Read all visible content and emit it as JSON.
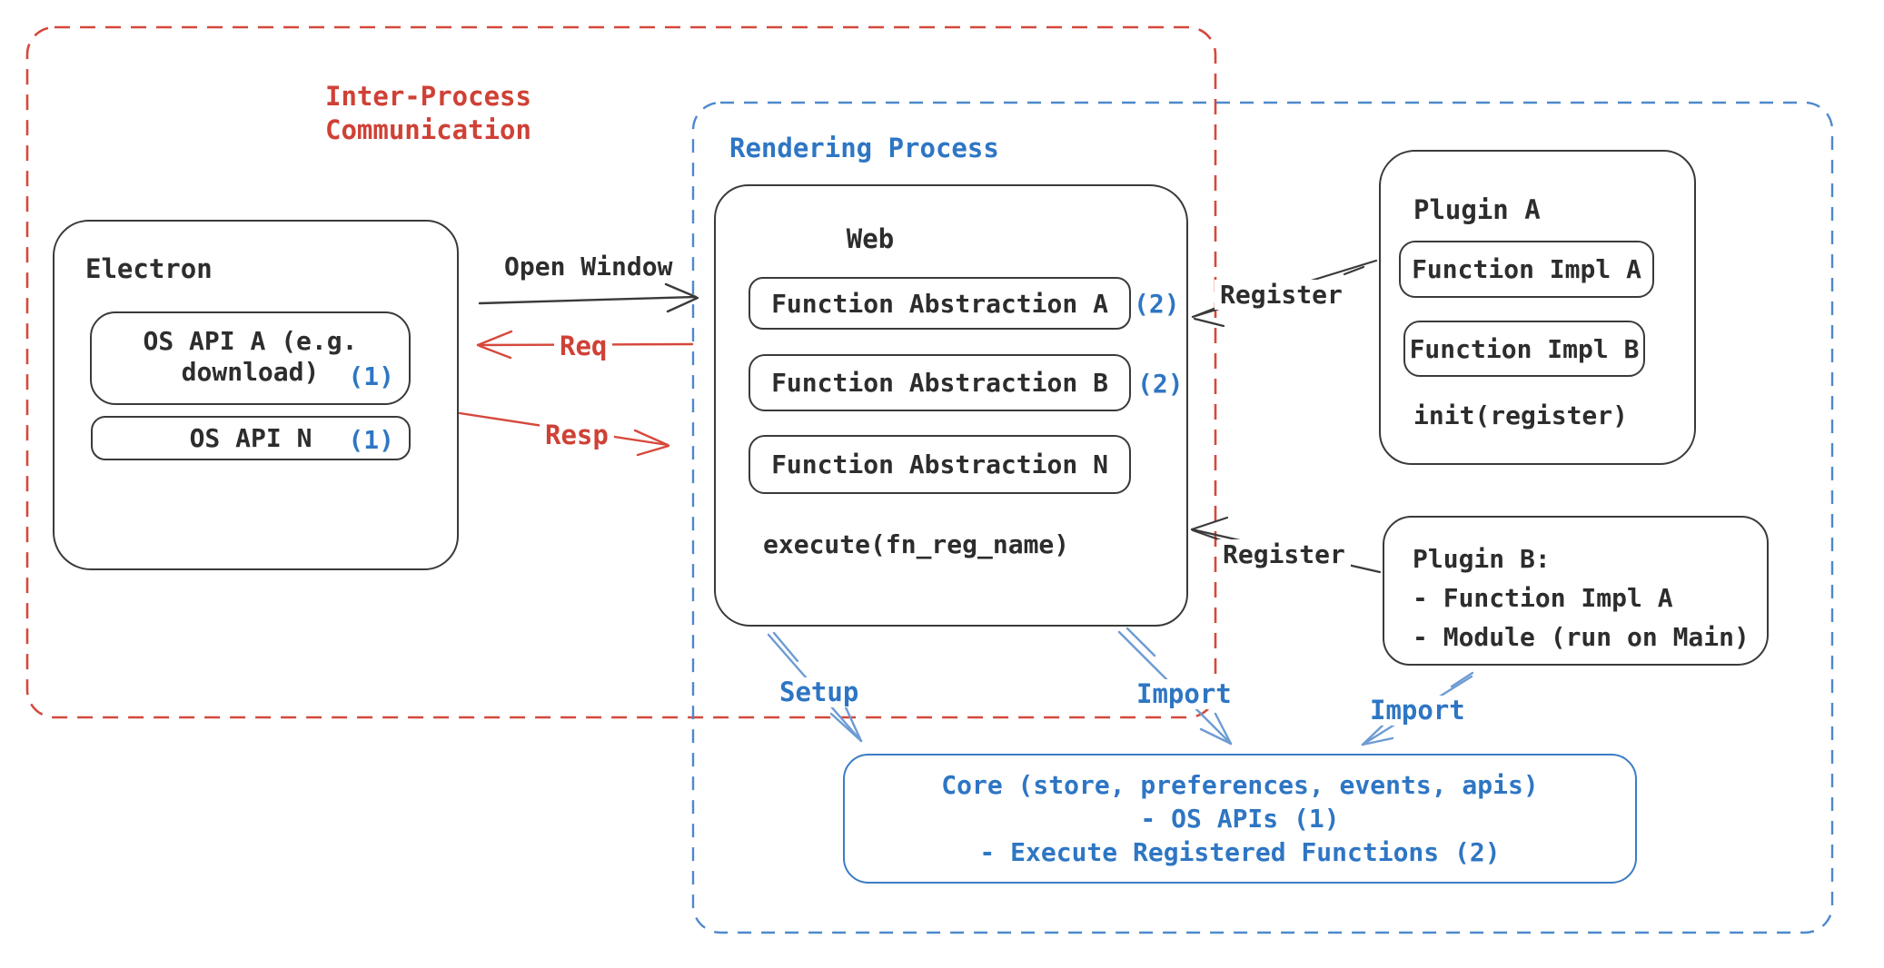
{
  "colors": {
    "ink": "#2d2d2d",
    "red": "#cf4136",
    "blue": "#2e76c4",
    "arrow_blue": "#6d9bd3"
  },
  "ipc": {
    "title_line1": "Inter-Process",
    "title_line2": "Communication"
  },
  "rendering": {
    "title": "Rendering Process"
  },
  "electron": {
    "title": "Electron",
    "api_a_line1": "OS API A (e.g.",
    "api_a_line2": "download)",
    "api_a_badge": "(1)",
    "api_n_label": "OS API N",
    "api_n_badge": "(1)"
  },
  "web": {
    "title": "Web",
    "fn_a": "Function Abstraction A",
    "fn_a_badge": "(2)",
    "fn_b": "Function Abstraction B",
    "fn_b_badge": "(2)",
    "fn_n": "Function Abstraction N",
    "execute": "execute(fn_reg_name)"
  },
  "plugin_a": {
    "title": "Plugin A",
    "impl_a": "Function Impl A",
    "impl_b": "Function Impl B",
    "init": "init(register)"
  },
  "plugin_b": {
    "title": "Plugin B:",
    "item1": "- Function Impl A",
    "item2": "- Module (run on Main)"
  },
  "core": {
    "line1": "Core (store, preferences, events, apis)",
    "line2": "- OS APIs (1)",
    "line3": "- Execute Registered Functions (2)"
  },
  "arrows": {
    "open_window": "Open Window",
    "req": "Req",
    "resp": "Resp",
    "register_a": "Register",
    "register_b": "Register",
    "setup": "Setup",
    "import_web": "Import",
    "import_plugin": "Import"
  }
}
